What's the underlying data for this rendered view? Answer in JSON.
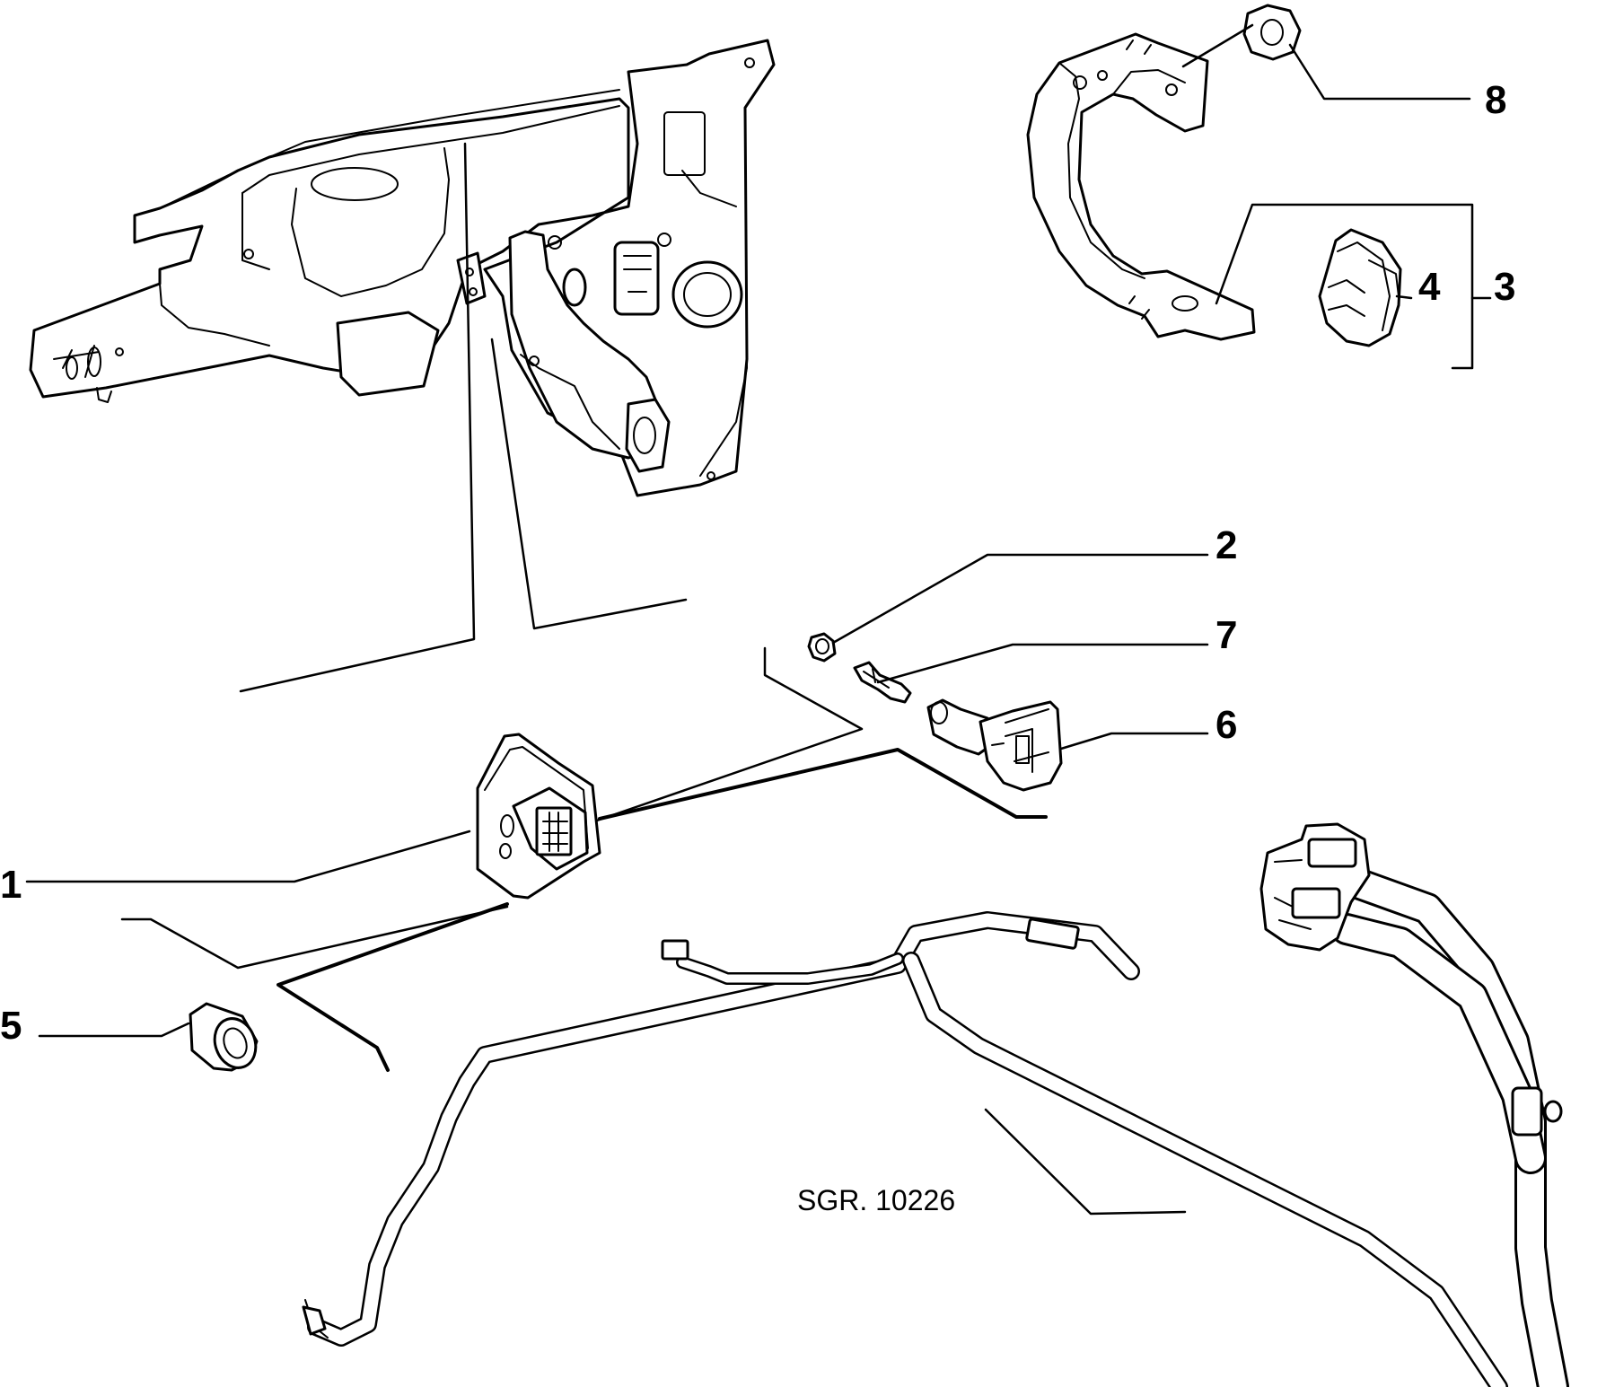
{
  "diagram": {
    "callouts": [
      {
        "id": "1",
        "label": "1"
      },
      {
        "id": "2",
        "label": "2"
      },
      {
        "id": "3",
        "label": "3"
      },
      {
        "id": "4",
        "label": "4"
      },
      {
        "id": "5",
        "label": "5"
      },
      {
        "id": "6",
        "label": "6"
      },
      {
        "id": "7",
        "label": "7"
      },
      {
        "id": "8",
        "label": "8"
      }
    ],
    "reference": "SGR. 10226"
  }
}
